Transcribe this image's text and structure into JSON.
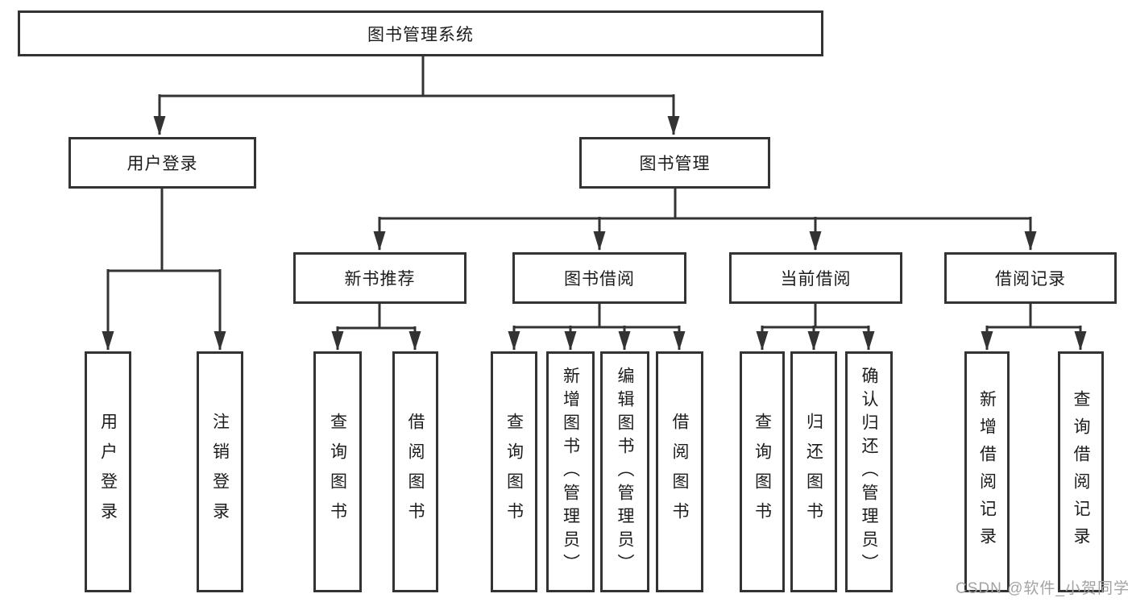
{
  "tree": {
    "root": {
      "label": "图书管理系统",
      "children": [
        {
          "label": "用户登录",
          "children": [
            {
              "label": "用户登录"
            },
            {
              "label": "注销登录"
            }
          ]
        },
        {
          "label": "图书管理",
          "children": [
            {
              "label": "新书推荐",
              "children": [
                {
                  "label": "查询图书"
                },
                {
                  "label": "借阅图书"
                }
              ]
            },
            {
              "label": "图书借阅",
              "children": [
                {
                  "label": "查询图书"
                },
                {
                  "label": "新增图书（管理员）"
                },
                {
                  "label": "编辑图书（管理员）"
                },
                {
                  "label": "借阅图书"
                }
              ]
            },
            {
              "label": "当前借阅",
              "children": [
                {
                  "label": "查询图书"
                },
                {
                  "label": "归还图书"
                },
                {
                  "label": "确认归还（管理员）"
                }
              ]
            },
            {
              "label": "借阅记录",
              "children": [
                {
                  "label": "新增借阅记录"
                },
                {
                  "label": "查询借阅记录"
                }
              ]
            }
          ]
        }
      ]
    }
  },
  "watermark": {
    "text": "CSDN @软件_小贺同学"
  },
  "colors": {
    "line": "#333333",
    "box_border": "#333333",
    "text": "#1c1c1c",
    "background": "#ffffff",
    "watermark": "#a3a3a3"
  }
}
